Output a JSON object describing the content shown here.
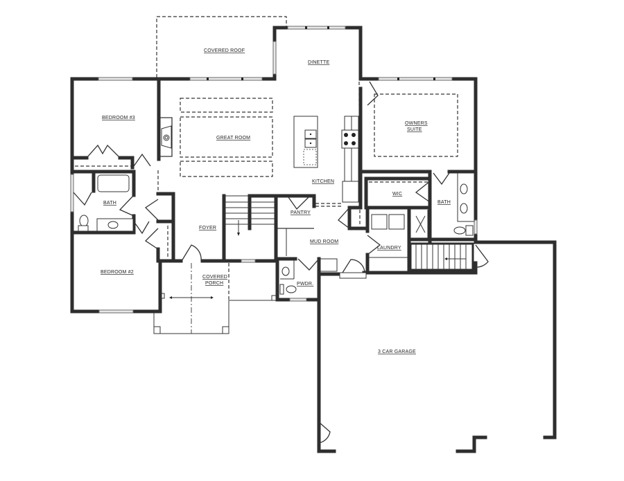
{
  "diagram": {
    "type": "floor-plan",
    "background": "#ffffff",
    "wall_color": "#2e2e2e",
    "rooms": [
      {
        "id": "covered_roof",
        "label": "COVERED ROOF"
      },
      {
        "id": "dinette",
        "label": "DINETTE"
      },
      {
        "id": "bedroom3",
        "label": "BEDROOM #3"
      },
      {
        "id": "great_room",
        "label": "GREAT ROOM"
      },
      {
        "id": "owners_suite",
        "label_line1": "OWNERS",
        "label_line2": "SUITE"
      },
      {
        "id": "kitchen",
        "label": "KITCHEN"
      },
      {
        "id": "wic",
        "label": "WIC"
      },
      {
        "id": "bath_owner",
        "label": "BATH"
      },
      {
        "id": "bath_hall",
        "label": "BATH"
      },
      {
        "id": "pantry",
        "label": "PANTRY"
      },
      {
        "id": "foyer",
        "label": "FOYER"
      },
      {
        "id": "mud_room",
        "label": "MUD ROOM"
      },
      {
        "id": "laundry",
        "label": "LAUNDRY"
      },
      {
        "id": "bedroom2",
        "label": "BEDROOM #2"
      },
      {
        "id": "covered_porch",
        "label_line1": "COVERED",
        "label_line2": "PORCH"
      },
      {
        "id": "powder",
        "label": "PWDR."
      },
      {
        "id": "garage",
        "label": "3 CAR GARAGE"
      }
    ]
  }
}
